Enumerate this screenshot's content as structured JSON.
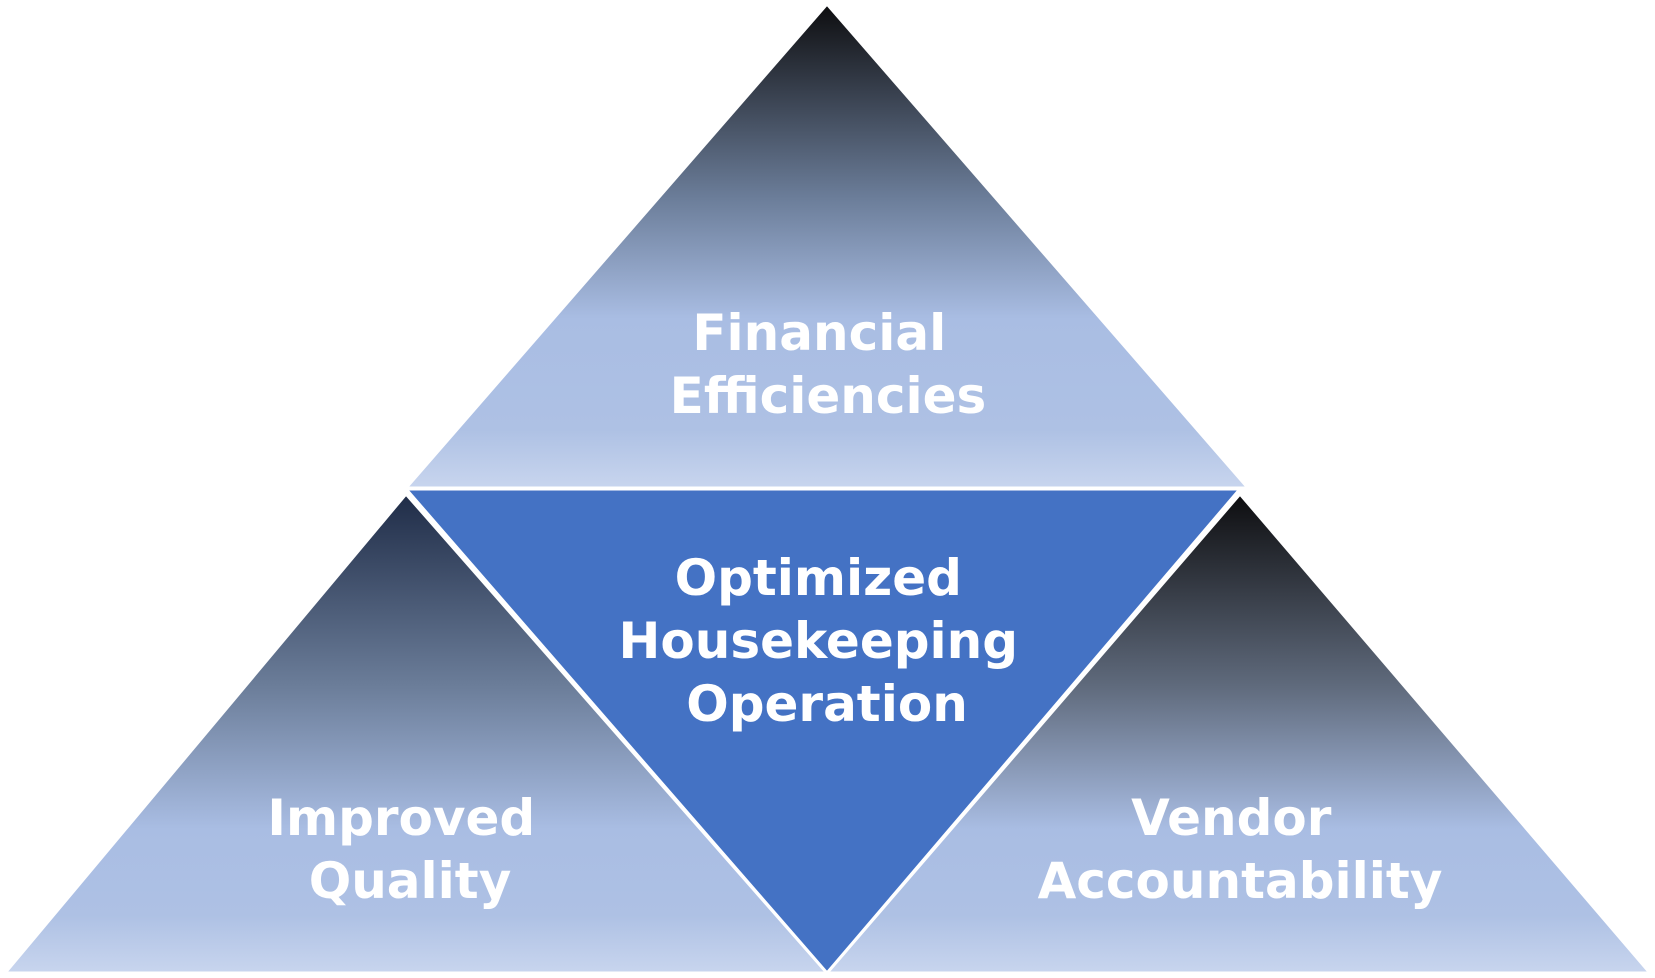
{
  "diagram": {
    "top": {
      "lines": [
        "Financial",
        "Efficiencies"
      ]
    },
    "left": {
      "lines": [
        "Improved",
        "Quality"
      ]
    },
    "right": {
      "lines": [
        "Vendor",
        "Accountability"
      ]
    },
    "center": {
      "lines": [
        "Optimized",
        "Housekeeping",
        "Operation"
      ]
    }
  },
  "colors": {
    "gradient_dark": "#0d0d0f",
    "gradient_mid": "#6b7d99",
    "gradient_light": "#a9bde3",
    "gradient_bottom": "#c6d4ec",
    "center_fill": "#4472c4",
    "outline": "#ffffff",
    "text": "#ffffff"
  }
}
